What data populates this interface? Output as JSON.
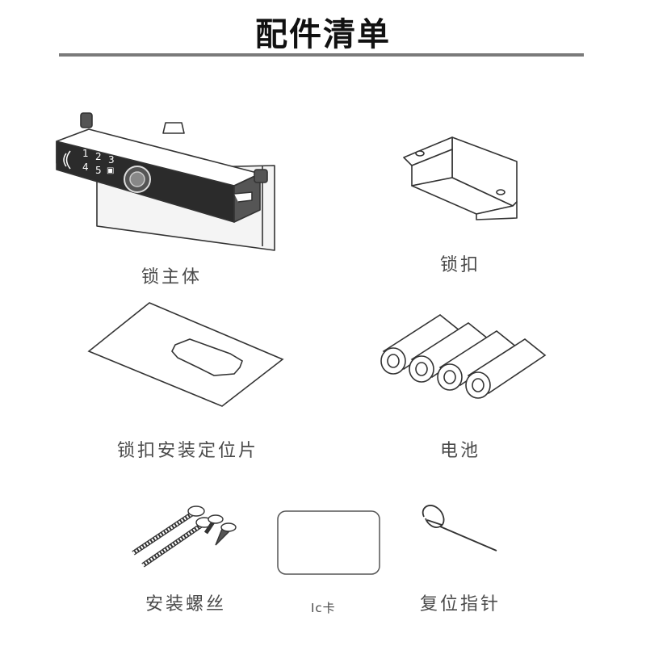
{
  "header": {
    "title": "配件清单"
  },
  "items": [
    {
      "label": "锁主体",
      "icon": "lock-body-icon"
    },
    {
      "label": "锁扣",
      "icon": "strike-bracket-icon"
    },
    {
      "label": "锁扣安装定位片",
      "icon": "positioning-template-icon"
    },
    {
      "label": "电池",
      "icon": "batteries-icon"
    },
    {
      "label": "安装螺丝",
      "icon": "screws-icon"
    },
    {
      "label": "Ic卡",
      "icon": "ic-card-icon"
    },
    {
      "label": "复位指针",
      "icon": "reset-pin-icon"
    }
  ],
  "keypad": {
    "keys": [
      "1",
      "2",
      "3",
      "4",
      "5"
    ]
  }
}
